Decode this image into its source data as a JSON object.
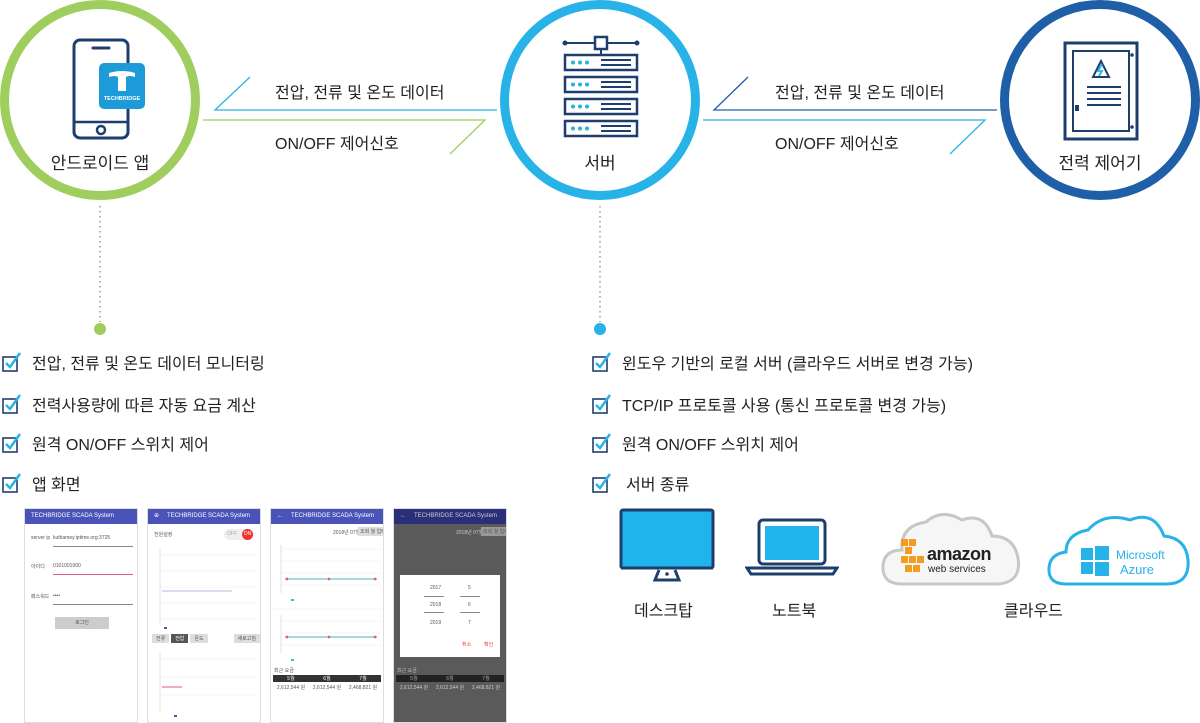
{
  "nodes": {
    "app": {
      "label": "안드로이드 앱",
      "logo_text": "TECHBRIDGE"
    },
    "server": {
      "label": "서버"
    },
    "controller": {
      "label": "전력 제어기"
    }
  },
  "links": {
    "left_data": "전압, 전류 및 온도 데이터",
    "left_control": "ON/OFF 제어신호",
    "right_data": "전압, 전류 및 온도 데이터",
    "right_control": "ON/OFF 제어신호"
  },
  "app_features": [
    "전압, 전류 및 온도 데이터 모니터링",
    "전력사용량에 따른 자동 요금 계산",
    "원격 ON/OFF 스위치 제어",
    "앱 화면"
  ],
  "server_features": [
    "윈도우 기반의 로컬 서버 (클라우드 서버로 변경 가능)",
    "TCP/IP 프로토콜 사용 (통신 프로토콜 변경 가능)",
    "원격 ON/OFF 스위치 제어",
    "서버 종류"
  ],
  "server_types": {
    "desktop": "데스크탑",
    "laptop": "노트북",
    "cloud": "클라우드",
    "amazon_main": "amazon",
    "amazon_sub": "web services",
    "azure_top": "Microsoft",
    "azure_bottom": "Azure"
  },
  "screens": {
    "title": "TECHBRIDGE SCADA System",
    "login": {
      "row1_label": "server ip",
      "row1_value": "kutbamey.iptime.org:3725",
      "row2_label": "아이디",
      "row2_value": "0101001000",
      "row3_label": "패스워드",
      "row3_value": "••••",
      "button": "로그인"
    },
    "setting_label": "전원설정",
    "toggle_off": "OFF",
    "toggle_on": "ON",
    "date_btn": "2018년 07월",
    "query_btn": "조회 월 입력",
    "tabs": [
      "전류",
      "전압",
      "온도",
      "새로고침"
    ],
    "fee_label": "최근 요금",
    "months": [
      "5월",
      "6월",
      "7월"
    ],
    "fees": [
      "2,612,544 원",
      "2,612,544 원",
      "2,468,821 원"
    ],
    "picker": {
      "years": [
        "2017",
        "2018",
        "2019"
      ],
      "months": [
        "5",
        "6",
        "7"
      ],
      "cancel": "취소",
      "ok": "확인"
    }
  },
  "colors": {
    "app_ring": "#9fcd5e",
    "server_ring": "#27b3e8",
    "controller_ring": "#1e5fa8",
    "icon_navy": "#1e3f6e",
    "monitor_blue": "#1fb5ec",
    "screen_bar": "#4a53b8"
  }
}
